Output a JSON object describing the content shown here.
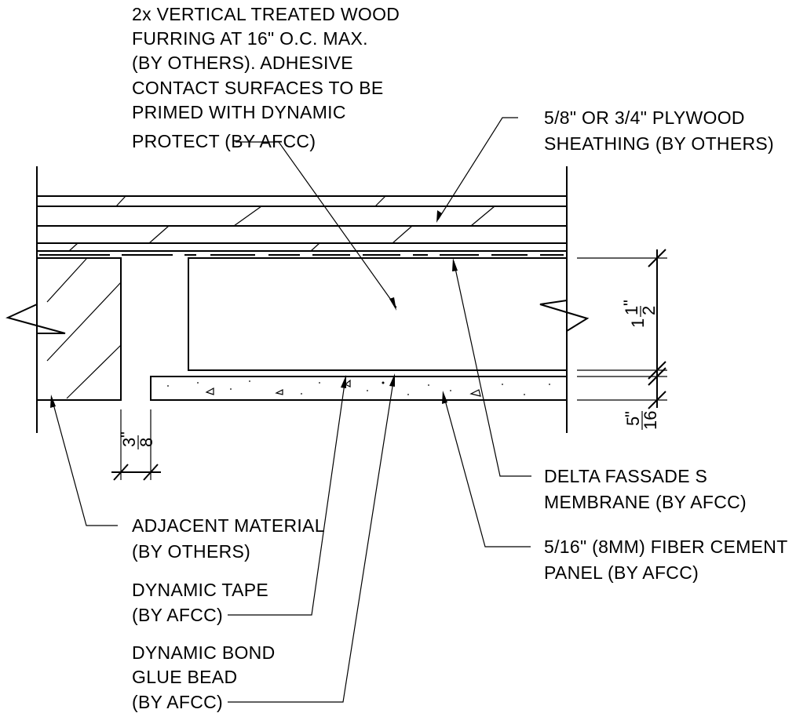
{
  "labels": {
    "furring": [
      "2x VERTICAL TREATED WOOD",
      "FURRING AT 16\" O.C. MAX.",
      "(BY OTHERS). ADHESIVE",
      "CONTACT SURFACES TO BE",
      "PRIMED WITH DYNAMIC",
      "PROTECT (BY AFCC)"
    ],
    "plywood": [
      "5/8\" OR 3/4\" PLYWOOD",
      "SHEATHING (BY OTHERS)"
    ],
    "membrane": [
      "DELTA FASSADE S",
      "MEMBRANE (BY AFCC)"
    ],
    "panel": [
      "5/16\" (8MM) FIBER CEMENT",
      "PANEL (BY AFCC)"
    ],
    "adjacent": [
      "ADJACENT MATERIAL",
      "(BY OTHERS)"
    ],
    "tape": [
      "DYNAMIC TAPE",
      "(BY AFCC)"
    ],
    "glue": [
      "DYNAMIC BOND",
      "GLUE BEAD",
      "(BY AFCC)"
    ]
  },
  "dimensions": {
    "furring_depth": {
      "whole": "1",
      "num": "1",
      "den": "2",
      "unit": "\""
    },
    "panel_thickness": {
      "num": "5",
      "den": "16",
      "unit": "\""
    },
    "gap": {
      "num": "3",
      "den": "8",
      "unit": "\""
    }
  }
}
